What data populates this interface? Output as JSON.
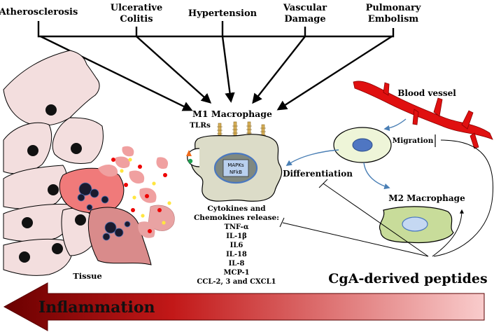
{
  "diseases": [
    {
      "lines": [
        "Atherosclerosis"
      ]
    },
    {
      "lines": [
        "Ulcerative",
        "Colitis"
      ]
    },
    {
      "lines": [
        "Hypertension"
      ]
    },
    {
      "lines": [
        "Vascular",
        "Damage"
      ]
    },
    {
      "lines": [
        "Pulmonary",
        "Embolism"
      ]
    }
  ],
  "m1_label": "M1 Macrophage",
  "tlrs_label": "TLRs",
  "nucleus_text": [
    "MAPKs",
    "NFkB"
  ],
  "cytokines": {
    "heading": [
      "Cytokines and",
      "Chemokines release:"
    ],
    "items": [
      "TNF-α",
      "IL-1β",
      "IL6",
      "IL-18",
      "IL-8",
      "MCP-1",
      "CCL-2, 3 and CXCL1"
    ]
  },
  "blood_vessel_label": "Blood vessel",
  "migration_label": "Migration",
  "differentiation_label": "Differentiation",
  "m2_label": "M2 Macrophage",
  "tissue_label": "Tissue",
  "peptides_label": "CgA-derived peptides",
  "inflammation_label": "Inflammation",
  "colors": {
    "vessel": "#e01010",
    "m1_cell": "#dcdcc8",
    "m2_cell": "#c8dc9a",
    "tissue_cell": "#f3dede",
    "inflamed_cell": "#f07a7a",
    "arrow_dark": "#6b0000",
    "arrow_light": "#f7c6c6",
    "monocyte": "#eef5d8",
    "nucleus_blue": "#5b7fc4"
  }
}
